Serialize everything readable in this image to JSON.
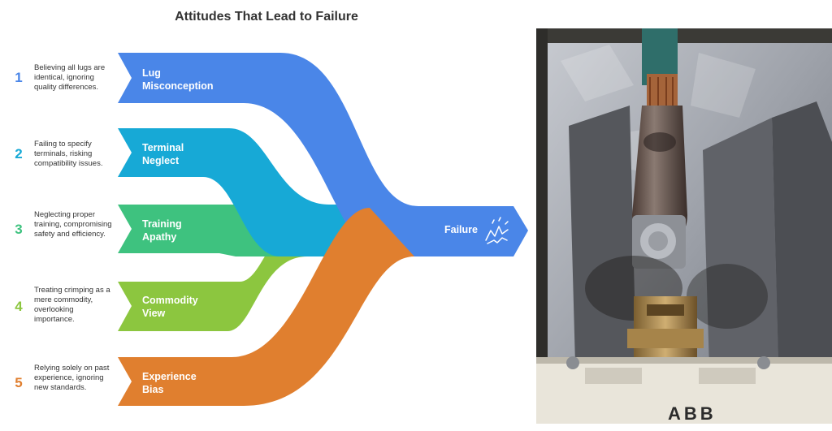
{
  "title": "Attitudes That Lead to Failure",
  "outcome": {
    "label": "Failure",
    "icon": "lightning-broken-icon",
    "color": "#4a86e8"
  },
  "attitudes": [
    {
      "number": "1",
      "label_line1": "Lug",
      "label_line2": "Misconception",
      "description": "Believing all lugs are identical, ignoring quality differences.",
      "color": "#4a86e8"
    },
    {
      "number": "2",
      "label_line1": "Terminal",
      "label_line2": "Neglect",
      "description": "Failing to specify terminals, risking compatibility issues.",
      "color": "#17a9d6"
    },
    {
      "number": "3",
      "label_line1": "Training",
      "label_line2": "Apathy",
      "description": "Neglecting proper training, compromising safety and efficiency.",
      "color": "#3ec27f"
    },
    {
      "number": "4",
      "label_line1": "Commodity",
      "label_line2": "View",
      "description": "Treating crimping as a mere commodity, overlooking importance.",
      "color": "#8cc63f"
    },
    {
      "number": "5",
      "label_line1": "Experience",
      "label_line2": "Bias",
      "description": "Relying solely on past experience, ignoring new standards.",
      "color": "#e07f2f"
    }
  ],
  "photo": {
    "brand_text": "ABB"
  }
}
